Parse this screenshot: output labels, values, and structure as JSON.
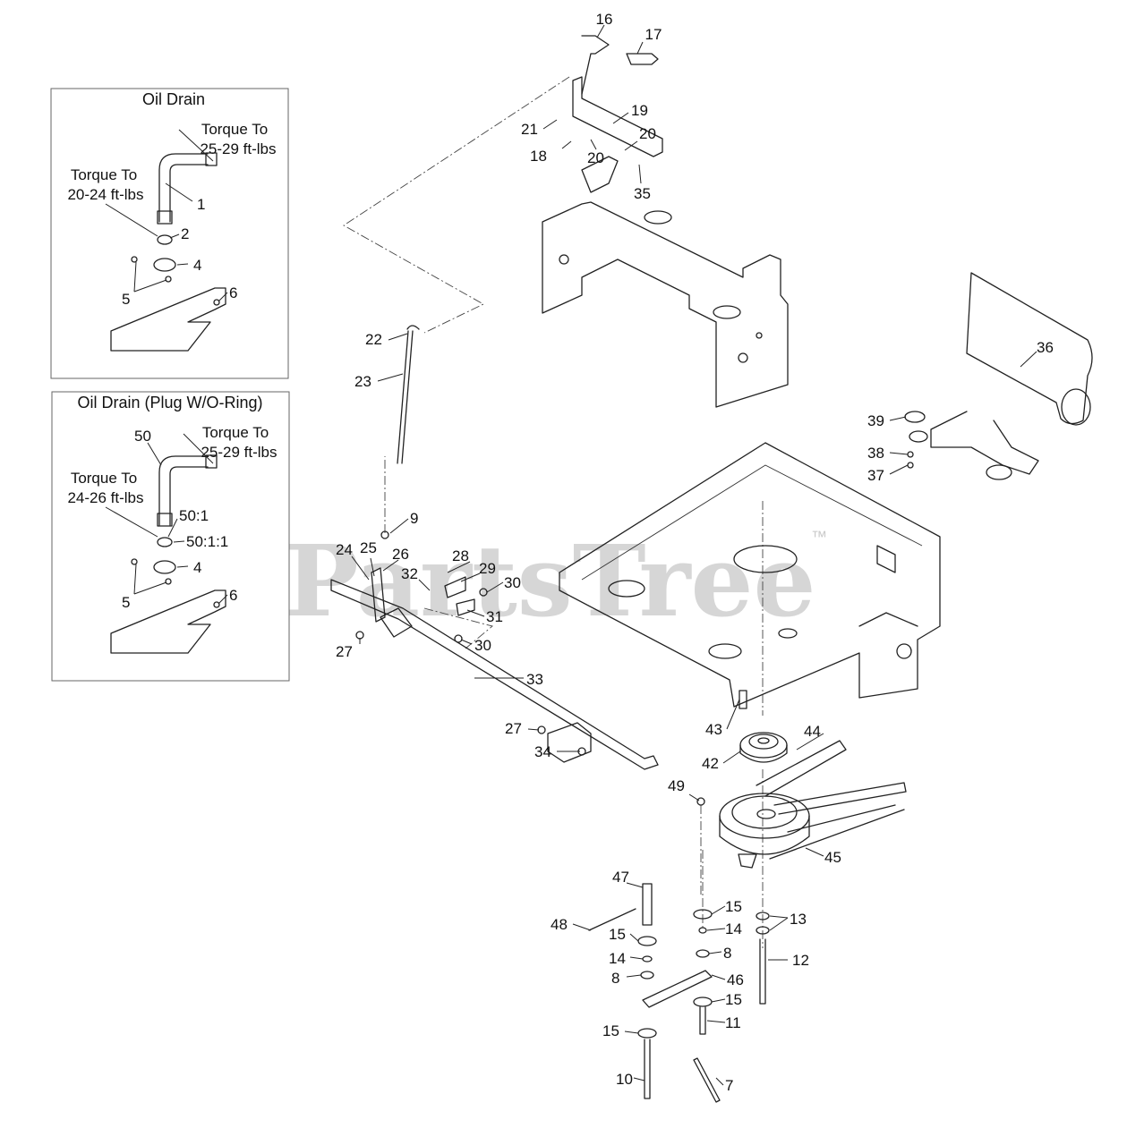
{
  "inset_oil_drain": {
    "title": "Oil Drain",
    "torque_upper": [
      "Torque To",
      "25-29 ft-lbs"
    ],
    "torque_lower": [
      "Torque To",
      "20-24 ft-lbs"
    ],
    "labels": [
      "1",
      "2",
      "4",
      "5",
      "6"
    ]
  },
  "inset_oil_drain_plug": {
    "title": "Oil Drain (Plug W/O-Ring)",
    "torque_upper": [
      "Torque To",
      "25-29 ft-lbs"
    ],
    "torque_lower": [
      "Torque To",
      "24-26 ft-lbs"
    ],
    "labels": [
      "50",
      "50:1",
      "50:1:1",
      "4",
      "5",
      "6"
    ]
  },
  "watermark": {
    "text": "PartsTree",
    "mark": "™"
  },
  "callouts": [
    "16",
    "17",
    "19",
    "21",
    "18",
    "20",
    "20",
    "35",
    "22",
    "23",
    "9",
    "24",
    "25",
    "26",
    "32",
    "28",
    "29",
    "30",
    "31",
    "30",
    "27",
    "33",
    "27",
    "34",
    "36",
    "39",
    "38",
    "37",
    "43",
    "44",
    "42",
    "49",
    "45",
    "47",
    "48",
    "15",
    "14",
    "15",
    "14",
    "13",
    "8",
    "12",
    "8",
    "46",
    "15",
    "11",
    "15",
    "10",
    "7"
  ]
}
